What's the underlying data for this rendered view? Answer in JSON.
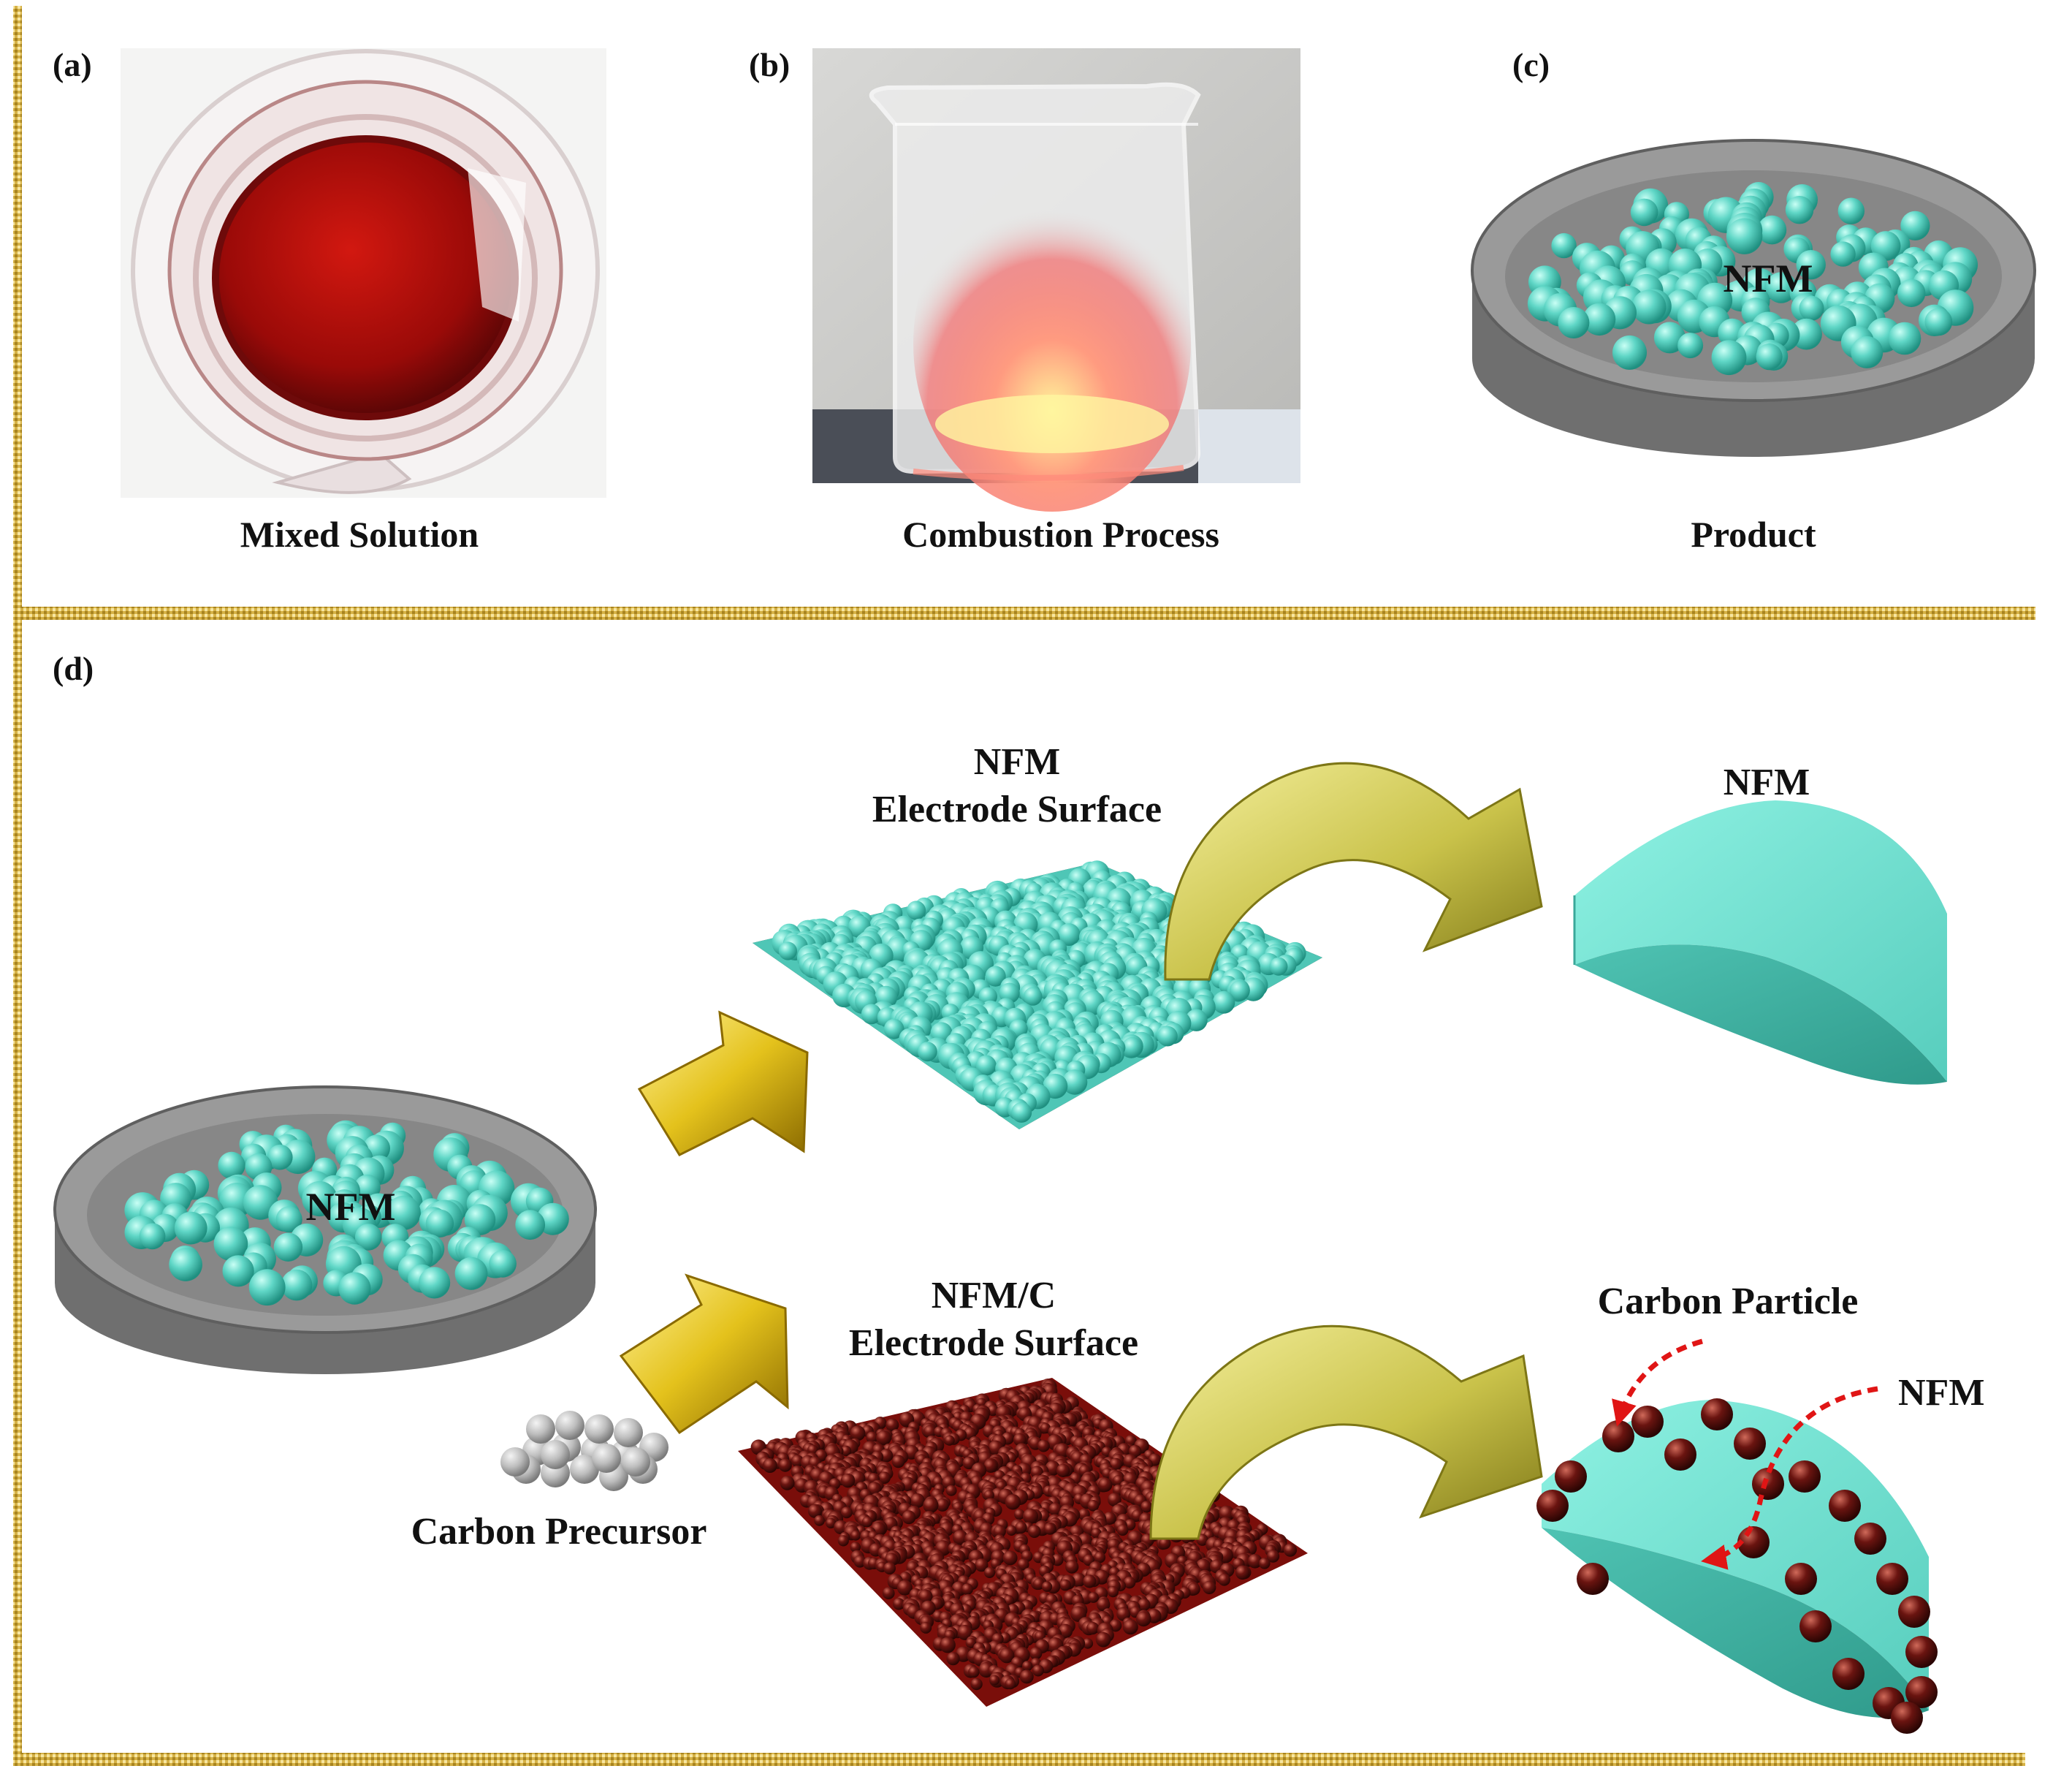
{
  "panels": {
    "a": {
      "letter": "(a)",
      "caption": "Mixed Solution"
    },
    "b": {
      "letter": "(b)",
      "caption": "Combustion Process"
    },
    "c": {
      "letter": "(c)",
      "caption": "Product",
      "dish_label": "NFM"
    },
    "d": {
      "letter": "(d)"
    }
  },
  "scheme": {
    "dish_label": "NFM",
    "top_surface": {
      "line1": "NFM",
      "line2": "Electrode Surface"
    },
    "top_particle": {
      "label": "NFM"
    },
    "bottom_surface": {
      "line1": "NFM/C",
      "line2": "Electrode Surface"
    },
    "carbon_precursor": "Carbon Precursor",
    "carbon_particle": "Carbon Particle",
    "nfm_pointer": "NFM"
  },
  "colors": {
    "border": "#c8a020",
    "particle": "#5fd6c6",
    "carbon": "#6a1410",
    "arrow_gold": "#e0c020",
    "arrow_olive": "#c9c24a",
    "pointer_red": "#e01515"
  }
}
